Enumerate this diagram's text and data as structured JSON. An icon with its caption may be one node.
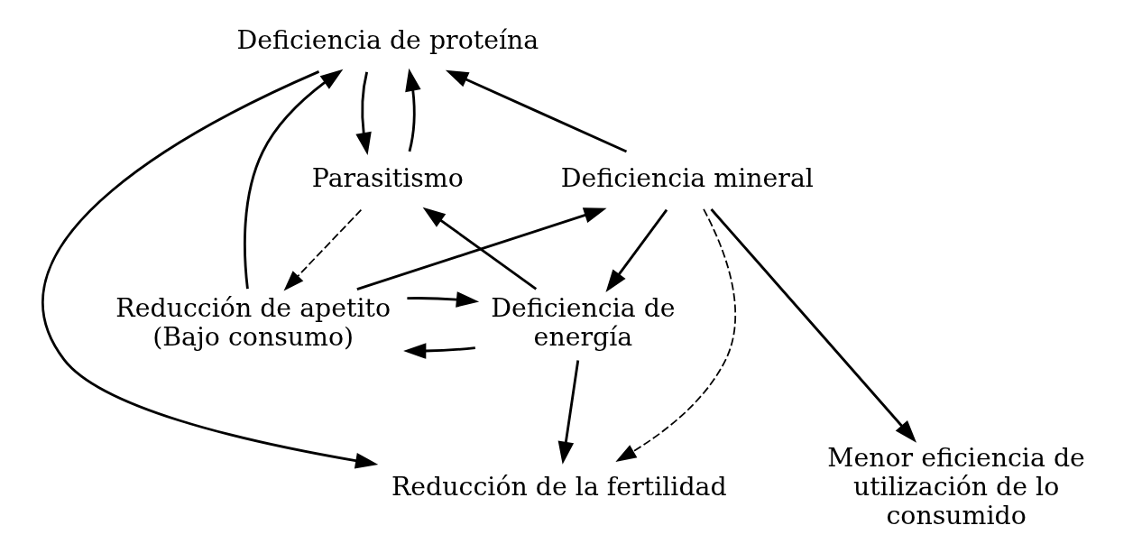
{
  "diagram": {
    "nodes": [
      {
        "text": [
          "Deficiencia de proteína"
        ]
      },
      {
        "text": [
          "Parasitismo"
        ]
      },
      {
        "text": [
          "Deficiencia mineral"
        ]
      },
      {
        "text": [
          "Deficiencia de energía"
        ]
      },
      {
        "text": [
          "Reducción de apetito (Bajo consumo)"
        ]
      },
      {
        "text": [
          "Menor eficiencia de utilización de lo consumido"
        ]
      },
      {
        "text": [
          "Reducción de la fertilidad"
        ]
      }
    ],
    "edges": [
      {
        "from": 0,
        "to": 1,
        "arrow": "to"
      },
      {
        "from": 1,
        "to": 0,
        "arrow": "to"
      },
      {
        "from": 4,
        "to": 0,
        "arrow": "to"
      },
      {
        "from": 2,
        "to": 0,
        "arrow": "to"
      },
      {
        "from": 2,
        "to": 5,
        "arrow": "to"
      },
      {
        "from": 3,
        "to": 1,
        "arrow": "to"
      },
      {
        "from": 3,
        "to": 4,
        "arrow": "to"
      },
      {
        "from": 4,
        "to": 3,
        "arrow": "to"
      },
      {
        "from": 2,
        "to": 3,
        "arrow": "to"
      },
      {
        "from": 4,
        "to": 2,
        "arrow": "to"
      },
      {
        "from": 2,
        "to": 6,
        "arrow": "to",
        "style": "dashed"
      },
      {
        "from": 3,
        "to": 6,
        "arrow": "to"
      },
      {
        "from": 0,
        "to": 6,
        "arrow": "to"
      },
      {
        "from": 1,
        "to": 4,
        "arrow": "to",
        "style": "dashed"
      }
    ]
  }
}
